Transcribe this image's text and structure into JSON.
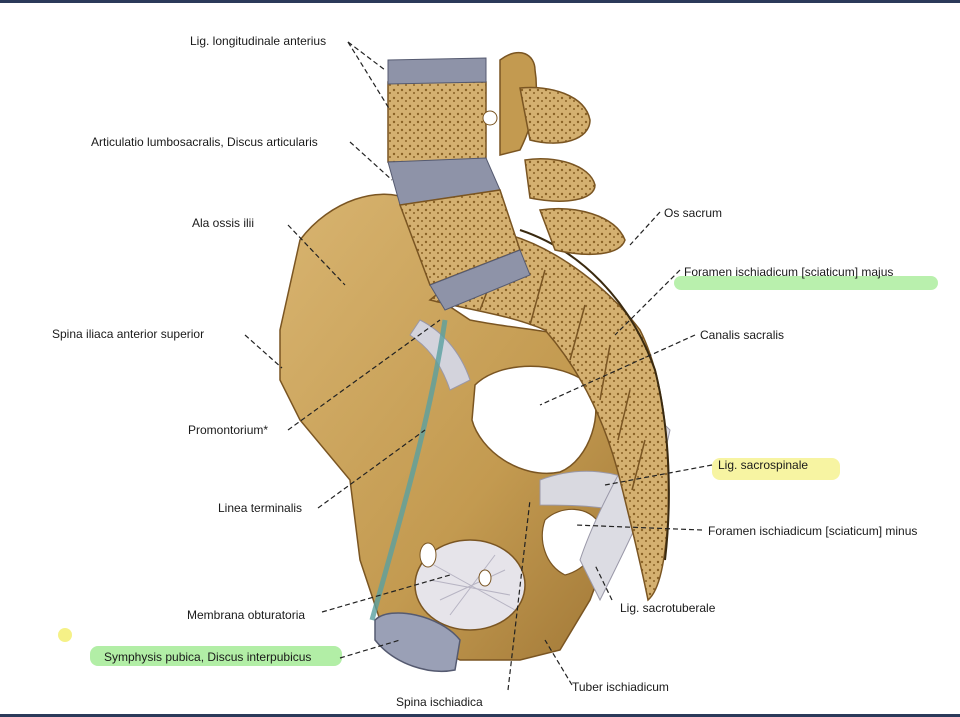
{
  "labels": {
    "lig_long_ant": "Lig. longitudinale anterius",
    "artic_lumbosacralis": "Articulatio lumbosacralis, Discus articularis",
    "ala_ossis_ilii": "Ala ossis ilii",
    "spina_iliaca": "Spina iliaca anterior superior",
    "promontorium": "Promontorium*",
    "linea_terminalis": "Linea terminalis",
    "membrana_obturatoria": "Membrana obturatoria",
    "symphysis_pubica": "Symphysis pubica, Discus interpubicus",
    "spina_ischiadica": "Spina ischiadica",
    "tuber_ischiadicum": "Tuber ischiadicum",
    "lig_sacrotuberale": "Lig. sacrotuberale",
    "foramen_minus": "Foramen ischiadicum [sciaticum] minus",
    "lig_sacrospinale": "Lig. sacrospinale",
    "canalis_sacralis": "Canalis sacralis",
    "foramen_majus": "Foramen ischiadicum [sciaticum] majus",
    "os_sacrum": "Os sacrum"
  },
  "colors": {
    "bone": "#c9a25a",
    "bone_dark": "#9a7434",
    "disc": "#8e93a8",
    "ligament": "#d9d9e0",
    "highlight_green": "#7fe36a",
    "highlight_yellow": "#f4f07a"
  }
}
